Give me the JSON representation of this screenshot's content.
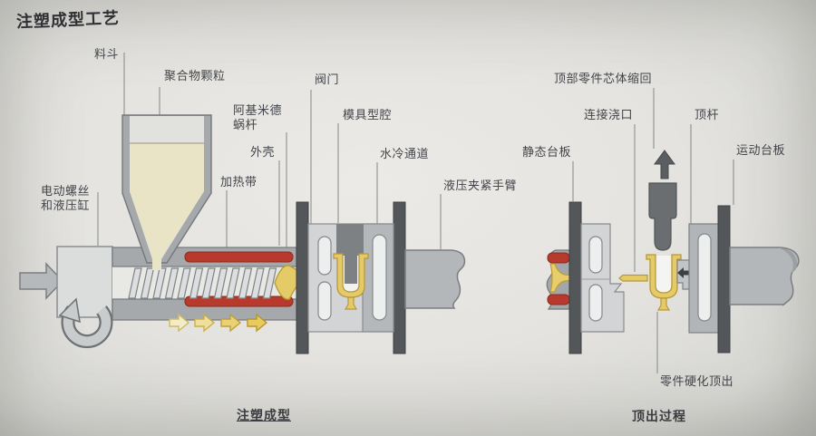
{
  "title": "注塑成型工艺",
  "stage_left": {
    "caption": "注塑成型",
    "labels": {
      "hopper": "料斗",
      "polymer_pellets": "聚合物颗粒",
      "motor_screw_cylinder": "电动螺丝和液压缸",
      "archimedes_screw": "阿基米德蜗杆",
      "valve": "阀门",
      "shell": "外壳",
      "heater_band": "加热带",
      "mold_cavity": "模具型腔",
      "water_channel": "水冷通道",
      "clamp_arm": "液压夹紧手臂"
    }
  },
  "stage_right": {
    "caption": "顶出过程",
    "labels": {
      "core_retract": "顶部零件芯体缩回",
      "sprue_gate": "连接浇口",
      "ejector_pin": "顶杆",
      "static_platen": "静态台板",
      "moving_platen": "运动台板",
      "part_ejected": "零件硬化顶出"
    }
  },
  "colors": {
    "background": "#e4e3df",
    "machine_gray": "#a6a9ac",
    "platen_dark": "#54575a",
    "heater_red": "#b73a2d",
    "melt_yellow": "#e5ca68",
    "pellets_cream": "#eae4c6"
  }
}
